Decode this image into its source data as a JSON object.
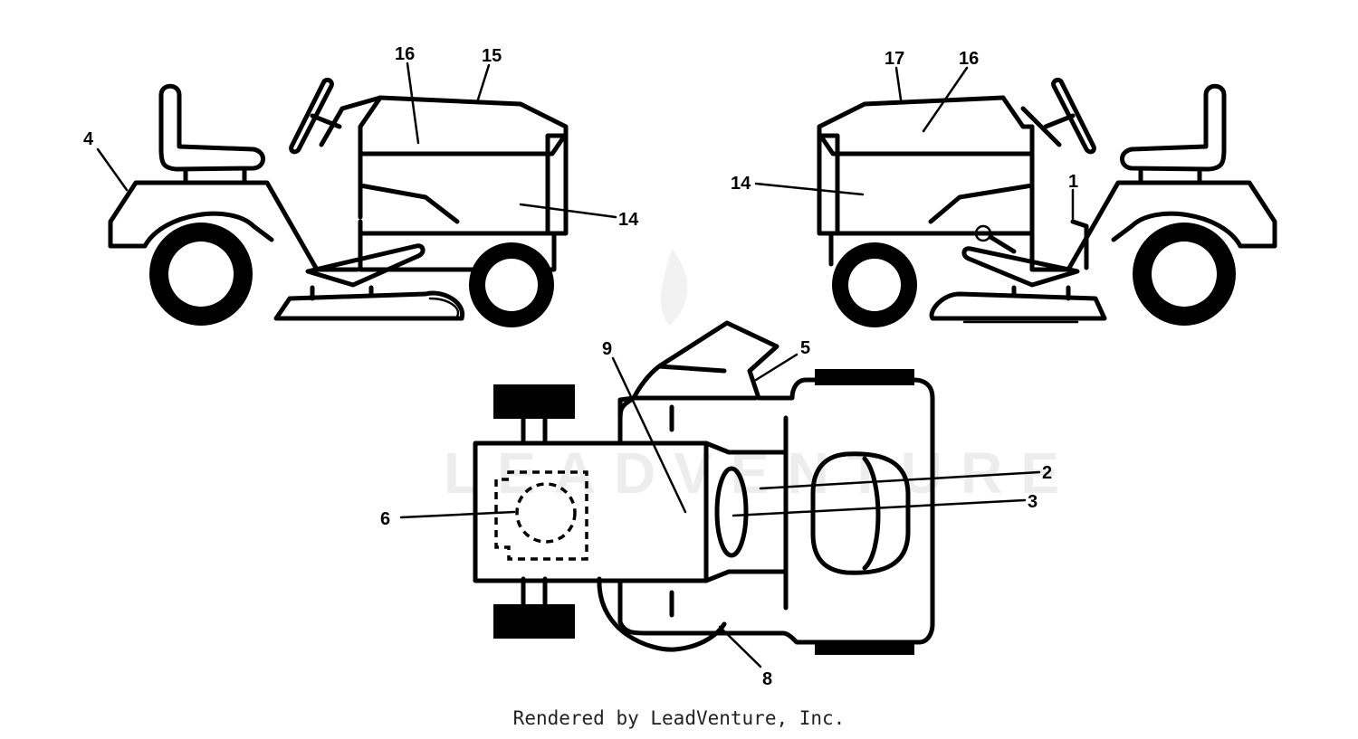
{
  "watermark": {
    "text": "LEADVENTURE"
  },
  "callouts": {
    "c1": "1",
    "c2": "2",
    "c3": "3",
    "c4": "4",
    "c5": "5",
    "c6": "6",
    "c8": "8",
    "c9": "9",
    "c14_left": "14",
    "c14_right": "14",
    "c15": "15",
    "c16_left": "16",
    "c16_right": "16",
    "c17": "17"
  },
  "footer": {
    "credit": "Rendered by LeadVenture, Inc."
  }
}
